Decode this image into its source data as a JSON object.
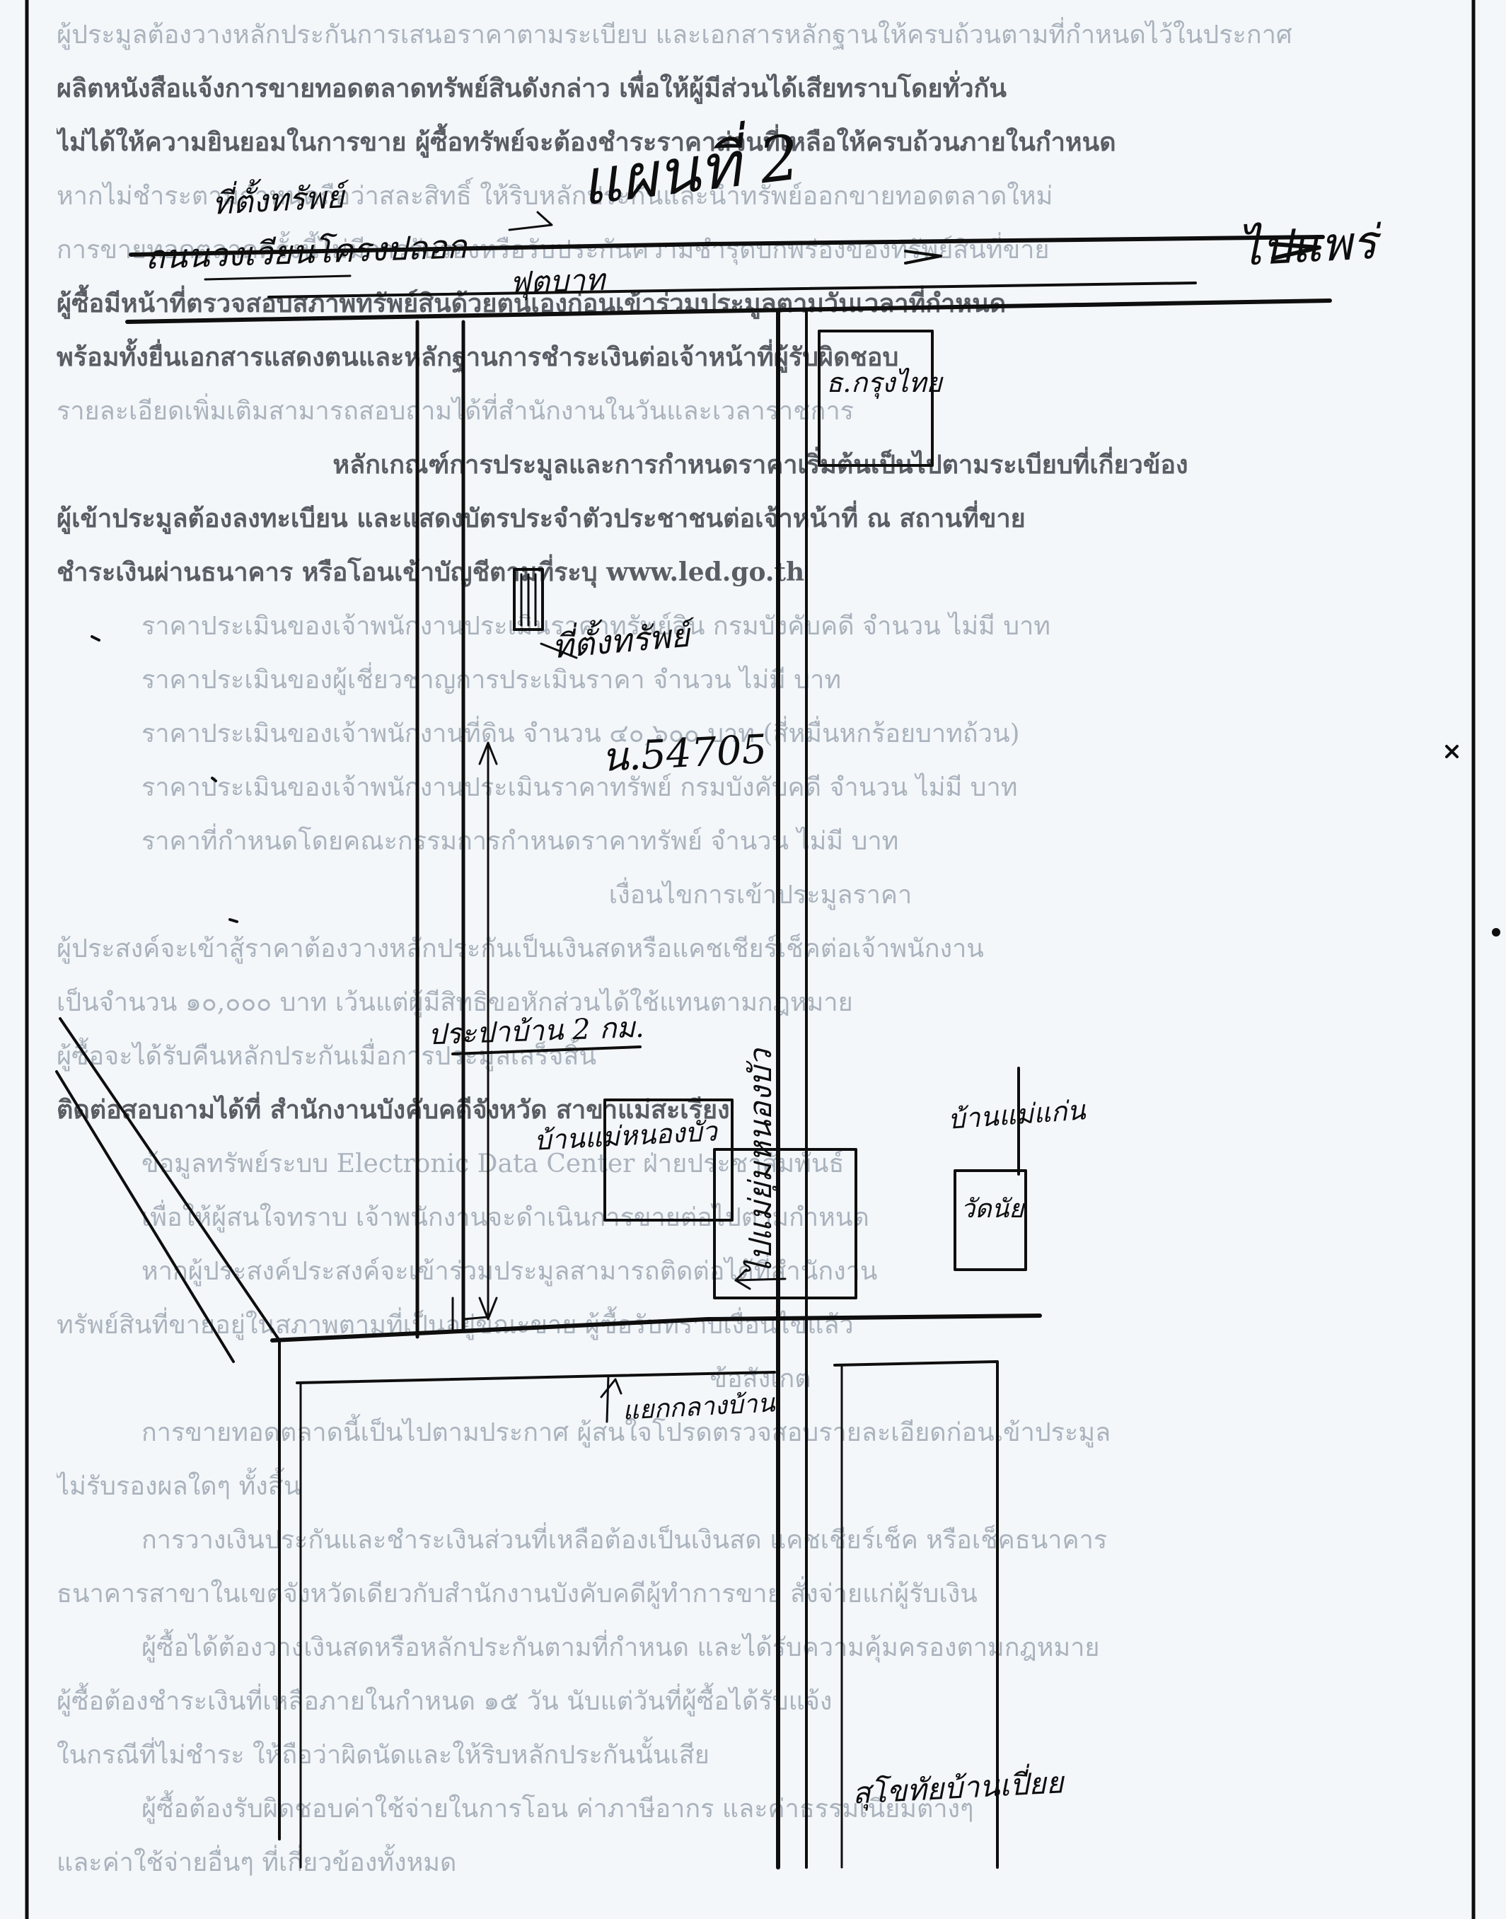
{
  "handwritten": {
    "page_label": "แผนที่ 2",
    "property_label_top": "ที่ตั้งทรัพย์",
    "road_top": "ถนนวงเวียนโครงปลอก",
    "footpath_label": "ฟุตบาท",
    "to_phrae": "ไปแพร่",
    "bank_label": "ธ.กรุงไทย",
    "property_label_mid": "ที่ตั้งทรัพย์",
    "deed_no": "น.54705",
    "prapha_lane": "ประปาบ้าน 2 กม.",
    "ban_nong_bua_left": "บ้านแม่หนองบัว",
    "ban_mae_kan": "บ้านแม่แก่น",
    "to_nong_bua": "ไปแม่ยุ่มหนองบัว",
    "wat_label": "วัดนัย",
    "ban_center_label": "แยกกลางบ้าน",
    "temple_pond": "สุโขทัยบ้านเปี่ยย"
  },
  "ghost_text": [
    {
      "text": "ผู้ประมูลต้องวางหลักประกันการเสนอราคาตามระเบียบ และเอกสารหลักฐานให้ครบถ้วนตามที่กำหนดไว้ในประกาศ",
      "style": "light"
    },
    {
      "text": "ผลิตหนังสือแจ้งการขายทอดตลาดทรัพย์สินดังกล่าว เพื่อให้ผู้มีส่วนได้เสียทราบโดยทั่วกัน",
      "style": "dark"
    },
    {
      "text": "ไม่ได้ให้ความยินยอมในการขาย ผู้ซื้อทรัพย์จะต้องชำระราคาส่วนที่เหลือให้ครบถ้วนภายในกำหนด",
      "style": "dark"
    },
    {
      "text": "หากไม่ชำระตามกำหนดถือว่าสละสิทธิ์ ให้ริบหลักประกันและนำทรัพย์ออกขายทอดตลาดใหม่",
      "style": "light"
    },
    {
      "text": "การขายทอดตลาดครั้งนี้ไม่มีการรับรองหรือรับประกันความชำรุดบกพร่องของทรัพย์สินที่ขาย",
      "style": "light"
    },
    {
      "text": "ผู้ซื้อมีหน้าที่ตรวจสอบสภาพทรัพย์สินด้วยตนเองก่อนเข้าร่วมประมูลตามวันเวลาที่กำหนด",
      "style": "dark"
    },
    {
      "text": "พร้อมทั้งยื่นเอกสารแสดงตนและหลักฐานการชำระเงินต่อเจ้าหน้าที่ผู้รับผิดชอบ",
      "style": "dark"
    },
    {
      "text": "รายละเอียดเพิ่มเติมสามารถสอบถามได้ที่สำนักงานในวันและเวลาราชการ",
      "style": "light"
    },
    {
      "text": "หลักเกณฑ์การประมูลและการกำหนดราคาเริ่มต้นเป็นไปตามระเบียบที่เกี่ยวข้อง",
      "style": "dark",
      "align": "center"
    },
    {
      "text": "ผู้เข้าประมูลต้องลงทะเบียน และแสดงบัตรประจำตัวประชาชนต่อเจ้าหน้าที่ ณ สถานที่ขาย",
      "style": "dark"
    },
    {
      "text": "ชำระเงินผ่านธนาคาร หรือโอนเข้าบัญชีตามที่ระบุ www.led.go.th",
      "style": "dark"
    },
    {
      "text": "ราคาประเมินของเจ้าพนักงานประเมินราคาทรัพย์สิน กรมบังคับคดี จำนวน ไม่มี บาท",
      "style": "light",
      "indent": true
    },
    {
      "text": "ราคาประเมินของผู้เชี่ยวชาญการประเมินราคา จำนวน ไม่มี บาท",
      "style": "light",
      "indent": true
    },
    {
      "text": "ราคาประเมินของเจ้าพนักงานที่ดิน จำนวน ๔๐,๖๐๐ บาท (สี่หมื่นหกร้อยบาทถ้วน)",
      "style": "light",
      "indent": true
    },
    {
      "text": "ราคาประเมินของเจ้าพนักงานประเมินราคาทรัพย์ กรมบังคับคดี จำนวน ไม่มี บาท",
      "style": "light",
      "indent": true
    },
    {
      "text": "ราคาที่กำหนดโดยคณะกรรมการกำหนดราคาทรัพย์ จำนวน ไม่มี บาท",
      "style": "light",
      "indent": true
    },
    {
      "text": "เงื่อนไขการเข้าประมูลราคา",
      "style": "light",
      "align": "center"
    },
    {
      "text": "ผู้ประสงค์จะเข้าสู้ราคาต้องวางหลักประกันเป็นเงินสดหรือแคชเชียร์เช็คต่อเจ้าพนักงาน",
      "style": "light"
    },
    {
      "text": "เป็นจำนวน ๑๐,๐๐๐ บาท เว้นแต่ผู้มีสิทธิขอหักส่วนได้ใช้แทนตามกฎหมาย",
      "style": "light"
    },
    {
      "text": "ผู้ซื้อจะได้รับคืนหลักประกันเมื่อการประมูลเสร็จสิ้น",
      "style": "light"
    },
    {
      "text": "ติดต่อสอบถามได้ที่ สำนักงานบังคับคดีจังหวัด สาขาแม่สะเรียง",
      "style": "dark"
    },
    {
      "text": "ข้อมูลทรัพย์ระบบ Electronic Data Center ฝ่ายประชาสัมพันธ์",
      "style": "light",
      "indent": true
    },
    {
      "text": "เพื่อให้ผู้สนใจทราบ เจ้าพนักงานจะดำเนินการขายต่อไปตามกำหนด",
      "style": "light",
      "indent": true
    },
    {
      "text": "หากผู้ประสงค์ประสงค์จะเข้าร่วมประมูลสามารถติดต่อได้ที่สำนักงาน",
      "style": "light",
      "indent": true
    },
    {
      "text": "ทรัพย์สินที่ขายอยู่ในสภาพตามที่เป็นอยู่ขณะขาย ผู้ซื้อรับทราบเงื่อนไขแล้ว",
      "style": "light"
    },
    {
      "text": "ข้อสังเกต",
      "style": "light",
      "align": "center"
    },
    {
      "text": "การขายทอดตลาดนี้เป็นไปตามประกาศ ผู้สนใจโปรดตรวจสอบรายละเอียดก่อนเข้าประมูล",
      "style": "light",
      "indent": true
    },
    {
      "text": "ไม่รับรองผลใดๆ ทั้งสิ้น",
      "style": "light"
    },
    {
      "text": "การวางเงินประกันและชำระเงินส่วนที่เหลือต้องเป็นเงินสด แคชเชียร์เช็ค หรือเช็คธนาคาร",
      "style": "light",
      "indent": true
    },
    {
      "text": "ธนาคารสาขาในเขตจังหวัดเดียวกับสำนักงานบังคับคดีผู้ทำการขาย สั่งจ่ายแก่ผู้รับเงิน",
      "style": "light"
    },
    {
      "text": "ผู้ซื้อได้ต้องวางเงินสดหรือหลักประกันตามที่กำหนด และได้รับความคุ้มครองตามกฎหมาย",
      "style": "light",
      "indent": true
    },
    {
      "text": "ผู้ซื้อต้องชำระเงินที่เหลือภายในกำหนด ๑๕ วัน นับแต่วันที่ผู้ซื้อได้รับแจ้ง",
      "style": "light"
    },
    {
      "text": "ในกรณีที่ไม่ชำระ ให้ถือว่าผิดนัดและให้ริบหลักประกันนั้นเสีย",
      "style": "light"
    },
    {
      "text": "ผู้ซื้อต้องรับผิดชอบค่าใช้จ่ายในการโอน ค่าภาษีอากร และค่าธรรมเนียมต่างๆ",
      "style": "light",
      "indent": true
    },
    {
      "text": "และค่าใช้จ่ายอื่นๆ ที่เกี่ยวข้องทั้งหมด",
      "style": "light"
    }
  ]
}
